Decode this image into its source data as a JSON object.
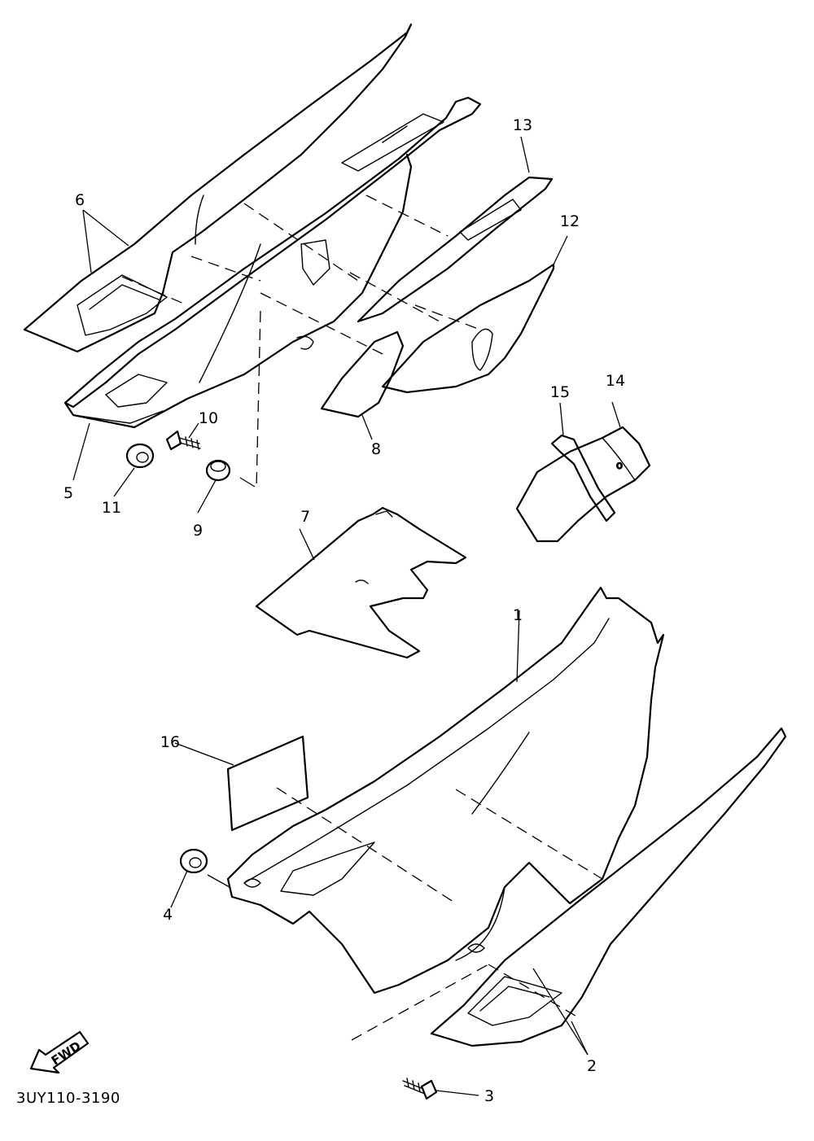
{
  "callouts": {
    "c1": "1",
    "c2": "2",
    "c3": "3",
    "c4": "4",
    "c5": "5",
    "c6": "6",
    "c7": "7",
    "c8": "8",
    "c9": "9",
    "c10": "10",
    "c11": "11",
    "c12": "12",
    "c13": "13",
    "c14": "14",
    "c15": "15",
    "c16": "16"
  },
  "direction_label": "FWD",
  "diagram_code": "3UY110-3190",
  "colors": {
    "ink": "#000000",
    "paper": "#ffffff",
    "foam_fill": "#d9d9d9"
  }
}
